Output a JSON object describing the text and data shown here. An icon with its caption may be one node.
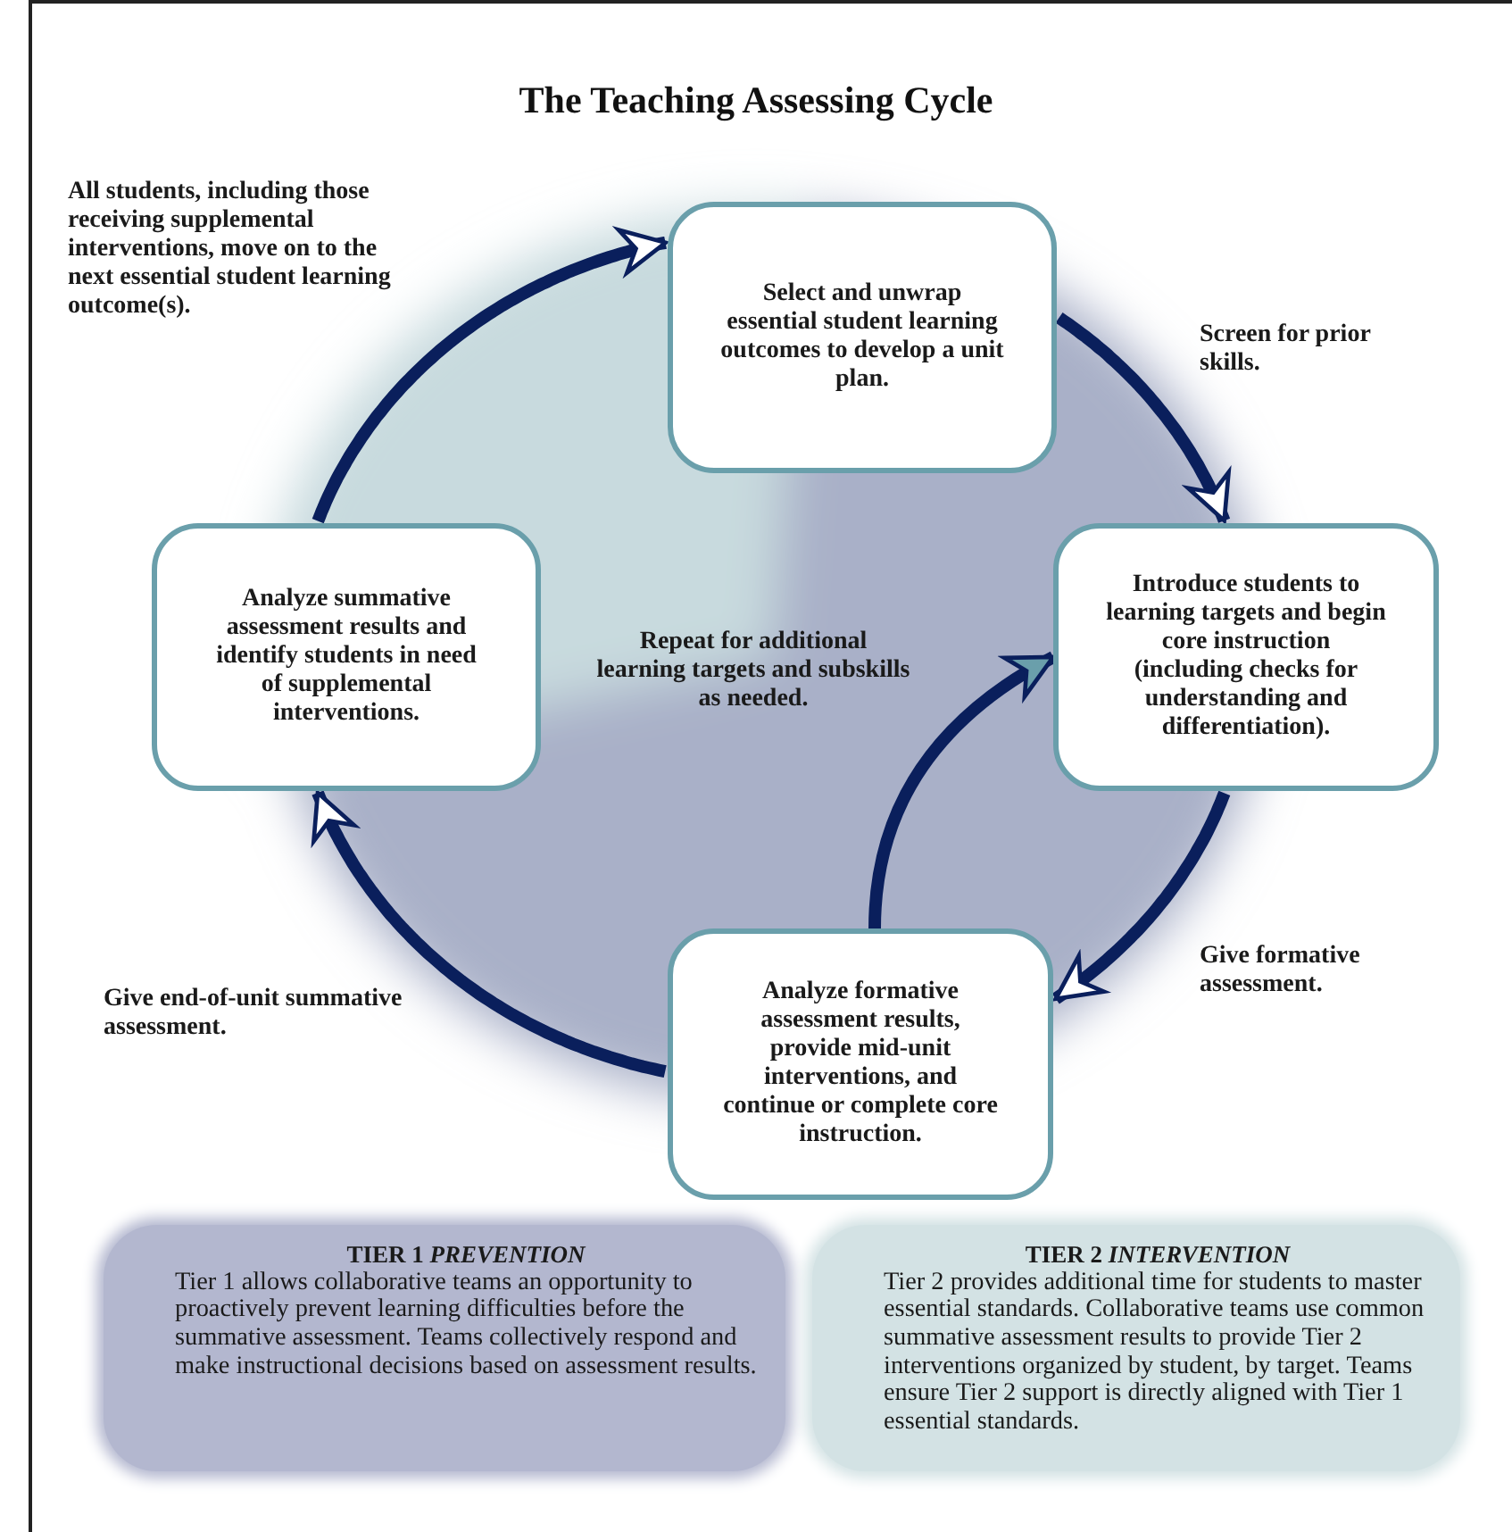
{
  "diagram": {
    "title": "The Teaching Assessing Cycle",
    "nodes": [
      {
        "text": [
          "Select and unwrap essential student learning outcomes to develop a unit plan."
        ]
      },
      {
        "text": [
          "Introduce students to learning targets and begin core instruction (including checks for understanding and differentiation)."
        ]
      },
      {
        "text": [
          "Analyze formative assessment results, provide mid-unit interventions, and continue or complete core instruction."
        ]
      },
      {
        "text": [
          "Analyze summative assessment results and identify students in need of supplemental interventions."
        ]
      },
      {
        "text": [
          "TIER 1 *PREVENTION*",
          "Tier 1 allows collaborative teams an opportunity to proactively prevent learning difficulties before the summative assessment. Teams collectively respond and make instructional decisions based on assessment results."
        ]
      },
      {
        "text": [
          "TIER 2 *INTERVENTION*",
          "Tier 2 provides additional time for students to master essential standards. Collaborative teams use common summative assessment results to provide Tier 2 interventions organized by student, by target.  Teams ensure Tier 2 support is directly aligned with Tier 1 essential standards."
        ]
      }
    ],
    "edges": [
      {
        "from": 0,
        "to": 1,
        "arrow": "to",
        "label": "Screen for prior skills."
      },
      {
        "from": 1,
        "to": 2,
        "arrow": "to",
        "label": "Give formative assessment."
      },
      {
        "from": 2,
        "to": 3,
        "arrow": "to",
        "label": "Give end-of-unit summative assessment."
      },
      {
        "from": 3,
        "to": 0,
        "arrow": "to",
        "label": "All students, including those receiving supplemental interventions, move on to the next essential student learning outcome(s)."
      },
      {
        "from": 2,
        "to": 1,
        "arrow": "to",
        "label": "Repeat for additional learning targets and subskills as needed."
      }
    ]
  }
}
